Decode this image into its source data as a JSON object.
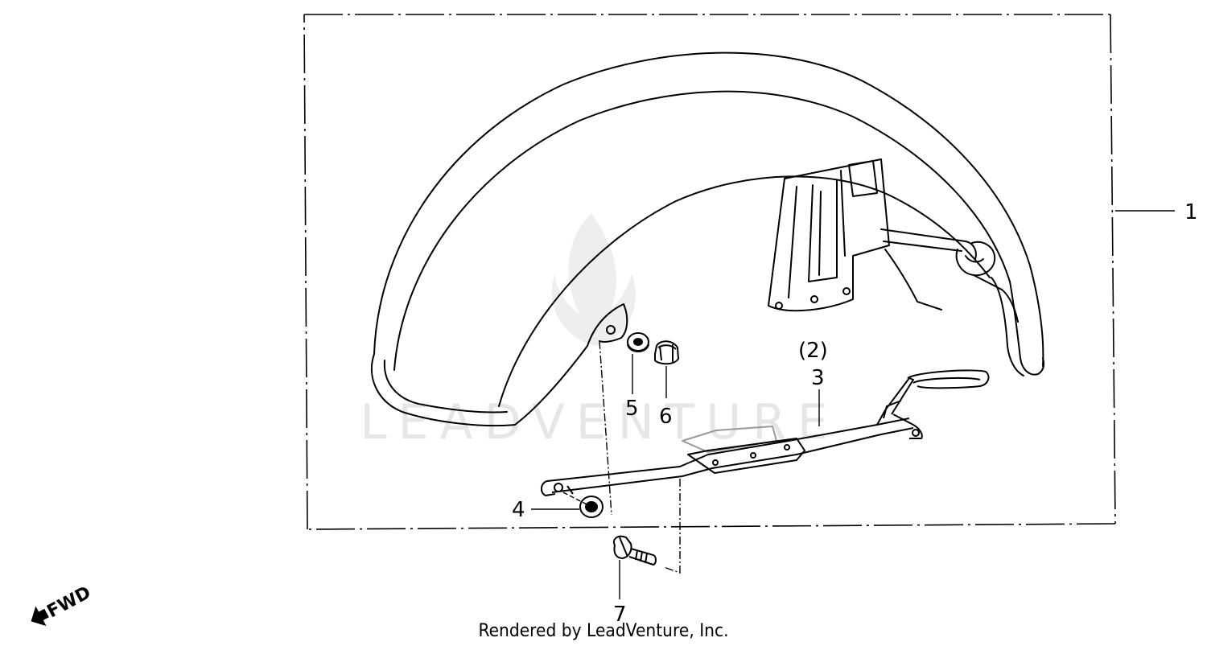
{
  "diagram": {
    "callouts": {
      "c1": "1",
      "c2": "(2)",
      "c3": "3",
      "c4": "4",
      "c5": "5",
      "c6": "6",
      "c7": "7"
    },
    "direction_label": "FWD",
    "watermark": "LEADVENTURE",
    "footer": "Rendered by LeadVenture, Inc."
  }
}
